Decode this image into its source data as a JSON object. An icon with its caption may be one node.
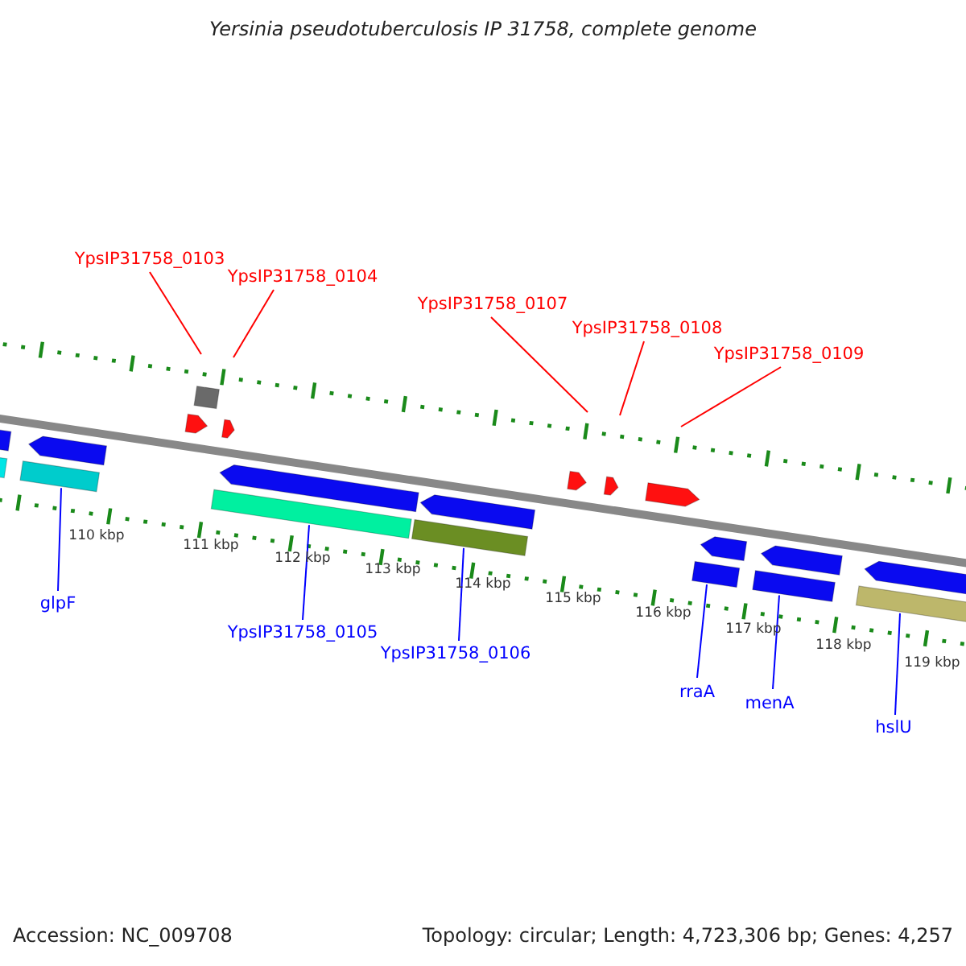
{
  "diagram": {
    "title": "Yersinia pseudotuberculosis IP 31758, complete genome",
    "nodes": [
      {
        "text": [
          "YpsIP31758_0103"
        ]
      },
      {
        "text": [
          "YpsIP31758_0104"
        ]
      },
      {
        "text": [
          "YpsIP31758_0107"
        ]
      },
      {
        "text": [
          "YpsIP31758_0108"
        ]
      },
      {
        "text": [
          "YpsIP31758_0109"
        ]
      },
      {
        "text": [
          "glpF"
        ]
      },
      {
        "text": [
          "YpsIP31758_0105"
        ]
      },
      {
        "text": [
          "YpsIP31758_0106"
        ]
      },
      {
        "text": [
          "rraA"
        ]
      },
      {
        "text": [
          "menA"
        ]
      },
      {
        "text": [
          "hslU"
        ]
      },
      {
        "text": [],
        "shape": "bar"
      },
      {
        "text": [],
        "shape": "bar"
      },
      {
        "text": [],
        "shape": "bar"
      },
      {
        "text": [],
        "shape": "bar"
      },
      {
        "text": [],
        "shape": "bar"
      },
      {
        "text": [],
        "shape": "bar"
      }
    ],
    "edges": [
      {
        "from": 0,
        "to": null,
        "arrow": "none",
        "color": "#ff0000"
      },
      {
        "from": 1,
        "to": null,
        "arrow": "none",
        "color": "#ff0000"
      },
      {
        "from": 2,
        "to": null,
        "arrow": "none",
        "color": "#ff0000"
      },
      {
        "from": 3,
        "to": null,
        "arrow": "none",
        "color": "#ff0000"
      },
      {
        "from": 4,
        "to": null,
        "arrow": "none",
        "color": "#ff0000"
      },
      {
        "from": 5,
        "to": 11,
        "arrow": "none"
      },
      {
        "from": 6,
        "to": 12,
        "arrow": "none"
      },
      {
        "from": 7,
        "to": 13,
        "arrow": "none"
      },
      {
        "from": 8,
        "to": 14,
        "arrow": "none"
      },
      {
        "from": 9,
        "to": 15,
        "arrow": "none"
      },
      {
        "from": 10,
        "to": 16,
        "arrow": "none"
      }
    ],
    "labels": [
      "110 kbp",
      "111 kbp",
      "112 kbp",
      "113 kbp",
      "114 kbp",
      "115 kbp",
      "116 kbp",
      "117 kbp",
      "118 kbp",
      "119 kbp",
      "Accession: NC_009708",
      "Topology: circular; Length: 4,723,306 bp; Genes: 4,257"
    ]
  }
}
